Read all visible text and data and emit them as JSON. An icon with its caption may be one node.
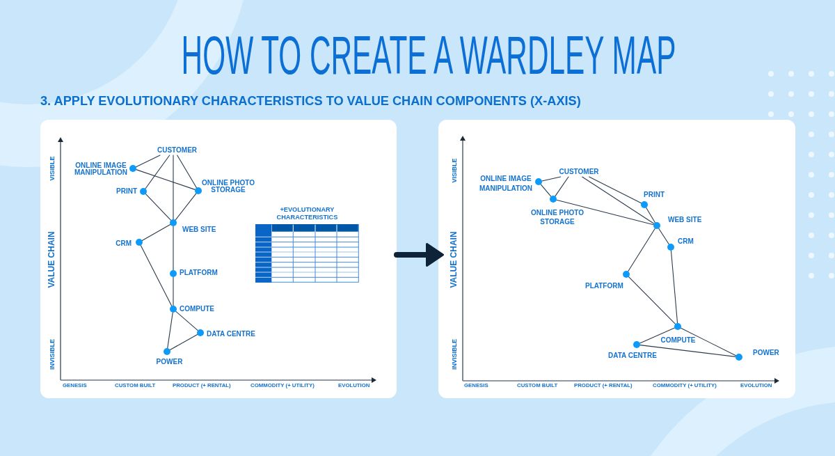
{
  "diagram": {
    "title": "HOW TO CREATE A WARDLEY MAP",
    "nodes": [
      {
        "text": [],
        "shape": "box"
      },
      {
        "text": [
          "CUSTOMER"
        ],
        "in": 0
      },
      {
        "text": [],
        "shape": "circle",
        "in": 0,
        "beside": [
          "ONLINE IMAGE MANIPULATION"
        ]
      },
      {
        "text": [],
        "shape": "circle",
        "in": 0,
        "beside": [
          "PRINT"
        ]
      },
      {
        "text": [],
        "shape": "circle",
        "in": 0,
        "beside": [
          "ONLINE PHOTO STORAGE"
        ]
      },
      {
        "text": [],
        "shape": "circle",
        "in": 0,
        "beside": [
          "WEB SITE"
        ]
      },
      {
        "text": [],
        "shape": "circle",
        "in": 0,
        "beside": [
          "CRM"
        ]
      },
      {
        "text": [],
        "shape": "circle",
        "in": 0,
        "beside": [
          "PLATFORM"
        ]
      },
      {
        "text": [],
        "shape": "circle",
        "in": 0,
        "beside": [
          "COMPUTE"
        ]
      },
      {
        "text": [],
        "shape": "circle",
        "in": 0,
        "beside": [
          "DATA CENTRE"
        ]
      },
      {
        "text": [],
        "shape": "circle",
        "in": 0,
        "beside": [
          "POWER"
        ]
      },
      {
        "text": [
          "+EVOLUTIONARY CHARACTERISTICS"
        ],
        "in": 0
      },
      {
        "text": [],
        "shape": "box"
      },
      {
        "text": [
          "CUSTOMER"
        ],
        "in": 12
      },
      {
        "text": [],
        "shape": "circle",
        "in": 12,
        "beside": [
          "ONLINE IMAGE MANIPULATION"
        ]
      },
      {
        "text": [],
        "shape": "circle",
        "in": 12,
        "beside": [
          "ONLINE PHOTO STORAGE"
        ]
      },
      {
        "text": [],
        "shape": "circle",
        "in": 12,
        "beside": [
          "PRINT"
        ]
      },
      {
        "text": [],
        "shape": "circle",
        "in": 12,
        "beside": [
          "WEB SITE"
        ]
      },
      {
        "text": [],
        "shape": "circle",
        "in": 12,
        "beside": [
          "CRM"
        ]
      },
      {
        "text": [],
        "shape": "circle",
        "in": 12,
        "beside": [
          "PLATFORM"
        ]
      },
      {
        "text": [],
        "shape": "circle",
        "in": 12,
        "beside": [
          "COMPUTE"
        ]
      },
      {
        "text": [],
        "shape": "circle",
        "in": 12,
        "beside": [
          "DATA CENTRE"
        ]
      },
      {
        "text": [],
        "shape": "circle",
        "in": 12,
        "beside": [
          "POWER"
        ]
      }
    ],
    "edges": [
      {
        "from": 1,
        "to": 2,
        "arrow": "none"
      },
      {
        "from": 1,
        "to": 3,
        "arrow": "none"
      },
      {
        "from": 1,
        "to": 5,
        "arrow": "none"
      },
      {
        "from": 1,
        "to": 4,
        "arrow": "none"
      },
      {
        "from": 2,
        "to": 4,
        "arrow": "none"
      },
      {
        "from": 3,
        "to": 5,
        "arrow": "none"
      },
      {
        "from": 4,
        "to": 5,
        "arrow": "none"
      },
      {
        "from": 5,
        "to": 6,
        "arrow": "none"
      },
      {
        "from": 5,
        "to": 7,
        "arrow": "none"
      },
      {
        "from": 6,
        "to": 8,
        "arrow": "none"
      },
      {
        "from": 7,
        "to": 8,
        "arrow": "none"
      },
      {
        "from": 8,
        "to": 9,
        "arrow": "none"
      },
      {
        "from": 8,
        "to": 10,
        "arrow": "none"
      },
      {
        "from": 9,
        "to": 10,
        "arrow": "none"
      },
      {
        "from": 0,
        "to": 12,
        "arrow": "to",
        "style": "thick"
      },
      {
        "from": 13,
        "to": 14,
        "arrow": "none"
      },
      {
        "from": 13,
        "to": 15,
        "arrow": "none"
      },
      {
        "from": 13,
        "to": 17,
        "arrow": "none"
      },
      {
        "from": 13,
        "to": 16,
        "arrow": "none"
      },
      {
        "from": 14,
        "to": 15,
        "arrow": "none"
      },
      {
        "from": 15,
        "to": 17,
        "arrow": "none"
      },
      {
        "from": 16,
        "to": 17,
        "arrow": "none"
      },
      {
        "from": 17,
        "to": 18,
        "arrow": "none"
      },
      {
        "from": 17,
        "to": 19,
        "arrow": "none"
      },
      {
        "from": 19,
        "to": 20,
        "arrow": "none"
      },
      {
        "from": 18,
        "to": 20,
        "arrow": "none"
      },
      {
        "from": 20,
        "to": 21,
        "arrow": "none"
      },
      {
        "from": 20,
        "to": 22,
        "arrow": "none"
      },
      {
        "from": 21,
        "to": 22,
        "arrow": "none"
      }
    ],
    "labels": [
      "3. APPLY EVOLUTIONARY CHARACTERISTICS TO VALUE CHAIN COMPONENTS (X-AXIS)",
      "VISIBLE",
      "VALUE CHAIN",
      "INVISIBLE",
      "GENESIS",
      "CUSTOM BUILT",
      "PRODUCT (+ RENTAL)",
      "COMMODITY (+ UTILITY)",
      "EVOLUTION",
      "VISIBLE",
      "VALUE CHAIN",
      "INVISIBLE",
      "GENESIS",
      "CUSTOM BUILT",
      "PRODUCT (+ RENTAL)",
      "COMMODITY (+ UTILITY)",
      "EVOLUTION"
    ]
  }
}
